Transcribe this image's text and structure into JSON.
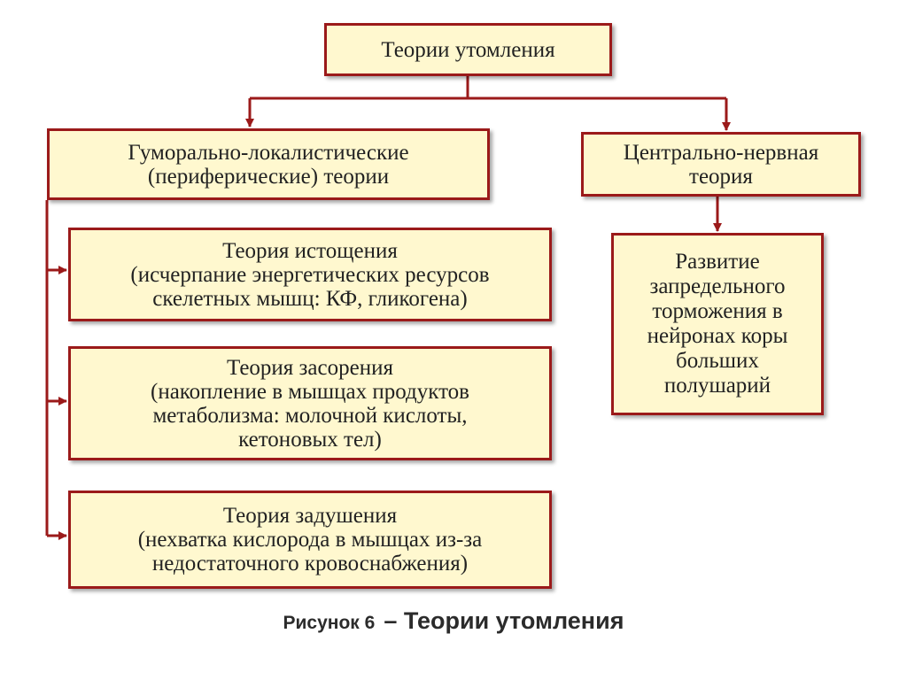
{
  "diagram": {
    "root": "Теории утомления",
    "left_branch": {
      "title": "Гуморально-локалистические\n(периферические) теории",
      "children": [
        "Теория истощения\n(исчерпание энергетических ресурсов\nскелетных мышц: КФ, гликогена)",
        "Теория засорения\n(накопление в мышцах продуктов\nметаболизма: молочной кислоты,\nкетоновых тел)",
        "Теория задушения\n(нехватка кислорода в мышцах из-за\nнедостаточного кровоснабжения)"
      ]
    },
    "right_branch": {
      "title": "Центрально-нервная\nтеория",
      "children": [
        "Развитие\nзапредельного\nторможения в\nнейронах коры\nбольших\nполушарий"
      ]
    }
  },
  "caption": {
    "label": "Рисунок 6",
    "title": "– Теории утомления"
  },
  "colors": {
    "box_fill": "#fff8cf",
    "border_and_arrows": "#9b1a1a",
    "text": "#222222"
  }
}
